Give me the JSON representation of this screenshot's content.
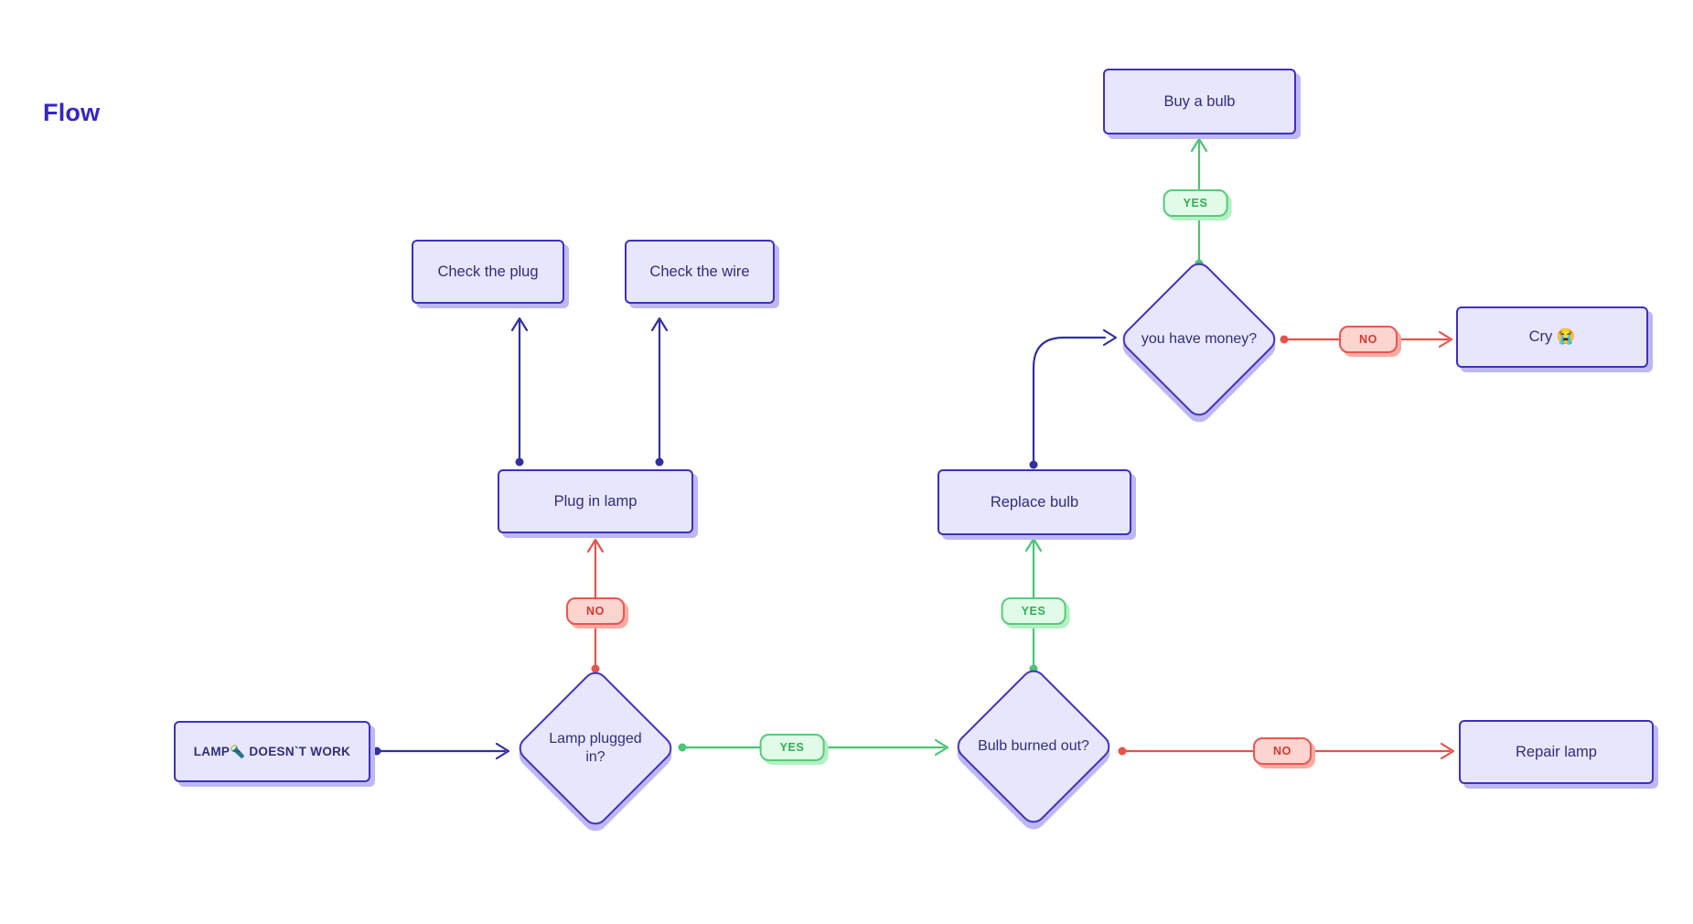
{
  "page": {
    "title": "Flow"
  },
  "diagram": {
    "type": "flowchart",
    "direction": "bottom-up",
    "colors": {
      "node_fill": "#e8e6fc",
      "node_border": "#3d30c0",
      "node_text": "#2f2e7d",
      "node_shadow": "#bdb8f2",
      "edge_default": "#32309f",
      "edge_yes": "#49c573",
      "edge_no": "#e5534b",
      "yes_pill_fill": "#e2fbe8",
      "yes_pill_border": "#58ca7b",
      "yes_pill_text": "#2fae57",
      "no_pill_fill": "#fcd4d0",
      "no_pill_border": "#e9574e",
      "no_pill_text": "#d33a32",
      "title_color": "#3525c9",
      "background": "#ffffff"
    },
    "nodes": [
      {
        "id": "start",
        "shape": "rect",
        "label": "LAMP🔦 DOESN`T WORK"
      },
      {
        "id": "plugged",
        "shape": "diamond",
        "label": "Lamp plugged in?"
      },
      {
        "id": "plug_in",
        "shape": "rect",
        "label": "Plug in lamp"
      },
      {
        "id": "check_plug",
        "shape": "rect",
        "label": "Check the plug"
      },
      {
        "id": "check_wire",
        "shape": "rect",
        "label": "Check the wire"
      },
      {
        "id": "burned",
        "shape": "diamond",
        "label": "Bulb burned out?"
      },
      {
        "id": "replace",
        "shape": "rect",
        "label": "Replace bulb"
      },
      {
        "id": "money",
        "shape": "diamond",
        "label": "you have money?"
      },
      {
        "id": "buy",
        "shape": "rect",
        "label": "Buy a bulb"
      },
      {
        "id": "cry",
        "shape": "rect",
        "label": "Cry 😭"
      },
      {
        "id": "repair",
        "shape": "rect",
        "label": "Repair lamp"
      }
    ],
    "edges": [
      {
        "from": "start",
        "to": "plugged",
        "label": ""
      },
      {
        "from": "plugged",
        "to": "plug_in",
        "label": "NO"
      },
      {
        "from": "plug_in",
        "to": "check_plug",
        "label": ""
      },
      {
        "from": "plug_in",
        "to": "check_wire",
        "label": ""
      },
      {
        "from": "plugged",
        "to": "burned",
        "label": "YES"
      },
      {
        "from": "burned",
        "to": "replace",
        "label": "YES"
      },
      {
        "from": "burned",
        "to": "repair",
        "label": "NO"
      },
      {
        "from": "replace",
        "to": "money",
        "label": ""
      },
      {
        "from": "money",
        "to": "buy",
        "label": "YES"
      },
      {
        "from": "money",
        "to": "cry",
        "label": "NO"
      }
    ]
  }
}
